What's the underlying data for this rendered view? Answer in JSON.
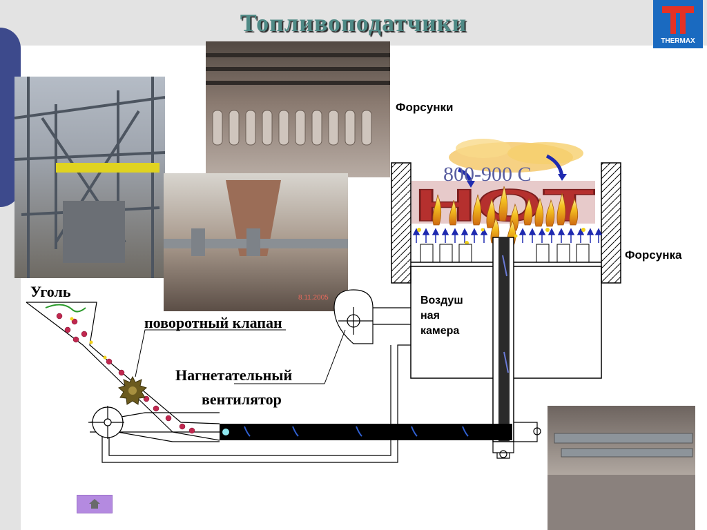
{
  "title": "Топливоподатчики",
  "logo": {
    "brand": "THERMAX"
  },
  "labels": {
    "nozzles": "Форсунки",
    "nozzle": "Форсунка",
    "coal": "Уголь",
    "rotary_valve": "поворотный клапан",
    "blower_line1": "Нагнетательный",
    "blower_line2": "вентилятор",
    "air_chamber_line1": "Воздуш",
    "air_chamber_line2": "ная",
    "air_chamber_line3": "камера",
    "temperature": "800-900 С",
    "hot": "HOT"
  },
  "photo_date": "8.11.2005",
  "colors": {
    "title": "#4f8a86",
    "accent": "#3d4a8c",
    "logo": "#1a6ac0",
    "hot": "#b5302e",
    "arrows": "#1f2ab0",
    "nav_button": "#b48ae0"
  },
  "icons": {
    "home": "home-icon"
  }
}
